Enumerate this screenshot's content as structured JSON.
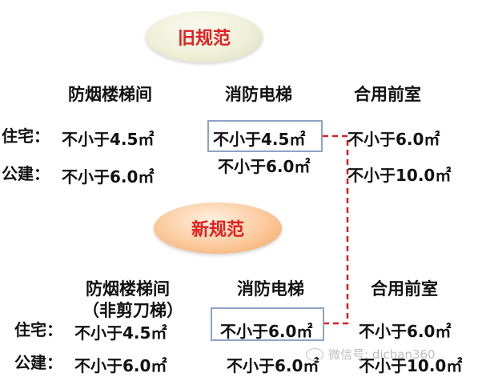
{
  "old_spec": {
    "title": "旧规范",
    "headers": [
      "防烟楼梯间",
      "消防电梯",
      "合用前室"
    ],
    "row_labels": [
      "住宅：",
      "公建："
    ],
    "stair": [
      "不小于4.5㎡",
      "不小于6.0㎡"
    ],
    "elevator": [
      "不小于4.5㎡",
      "不小于6.0㎡"
    ],
    "shared": [
      "不小于6.0㎡",
      "不小于10.0㎡"
    ]
  },
  "new_spec": {
    "title": "新规范",
    "headers": [
      "防烟楼梯间",
      "（非剪刀梯）",
      "消防电梯",
      "合用前室"
    ],
    "row_labels": [
      "住宅：",
      "公建："
    ],
    "stair": [
      "不小于4.5㎡",
      "不小于6.0㎡"
    ],
    "elevator": [
      "不小于6.0㎡",
      "不小于6.0㎡"
    ],
    "shared": [
      "不小于6.0㎡",
      "不小于10.0㎡"
    ]
  },
  "watermark": "微信号: dichan360",
  "colors": {
    "title_red": "#e02020",
    "connector_red": "#d42020",
    "box_border": "#8ea3c6"
  }
}
